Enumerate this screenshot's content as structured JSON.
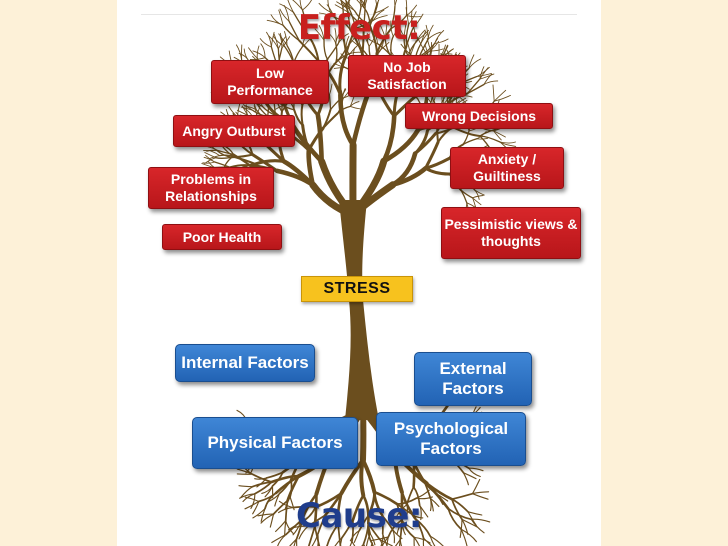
{
  "titles": {
    "effect": "Effect:",
    "cause": "Cause:"
  },
  "center": {
    "label": "STRESS"
  },
  "effects": [
    "Low Performance",
    "No Job Satisfaction",
    "Wrong Decisions",
    "Angry Outburst",
    "Anxiety / Guiltiness",
    "Problems in Relationships",
    "Pessimistic views & thoughts",
    "Poor Health"
  ],
  "causes": [
    "Internal Factors",
    "External Factors",
    "Physical Factors",
    "Psychological Factors"
  ],
  "colors": {
    "effect_box": "#c8201e",
    "cause_box": "#2b6cc0",
    "stress_box": "#f7c21e",
    "tree": "#6b4e1e",
    "background": "#fdf1d8"
  }
}
